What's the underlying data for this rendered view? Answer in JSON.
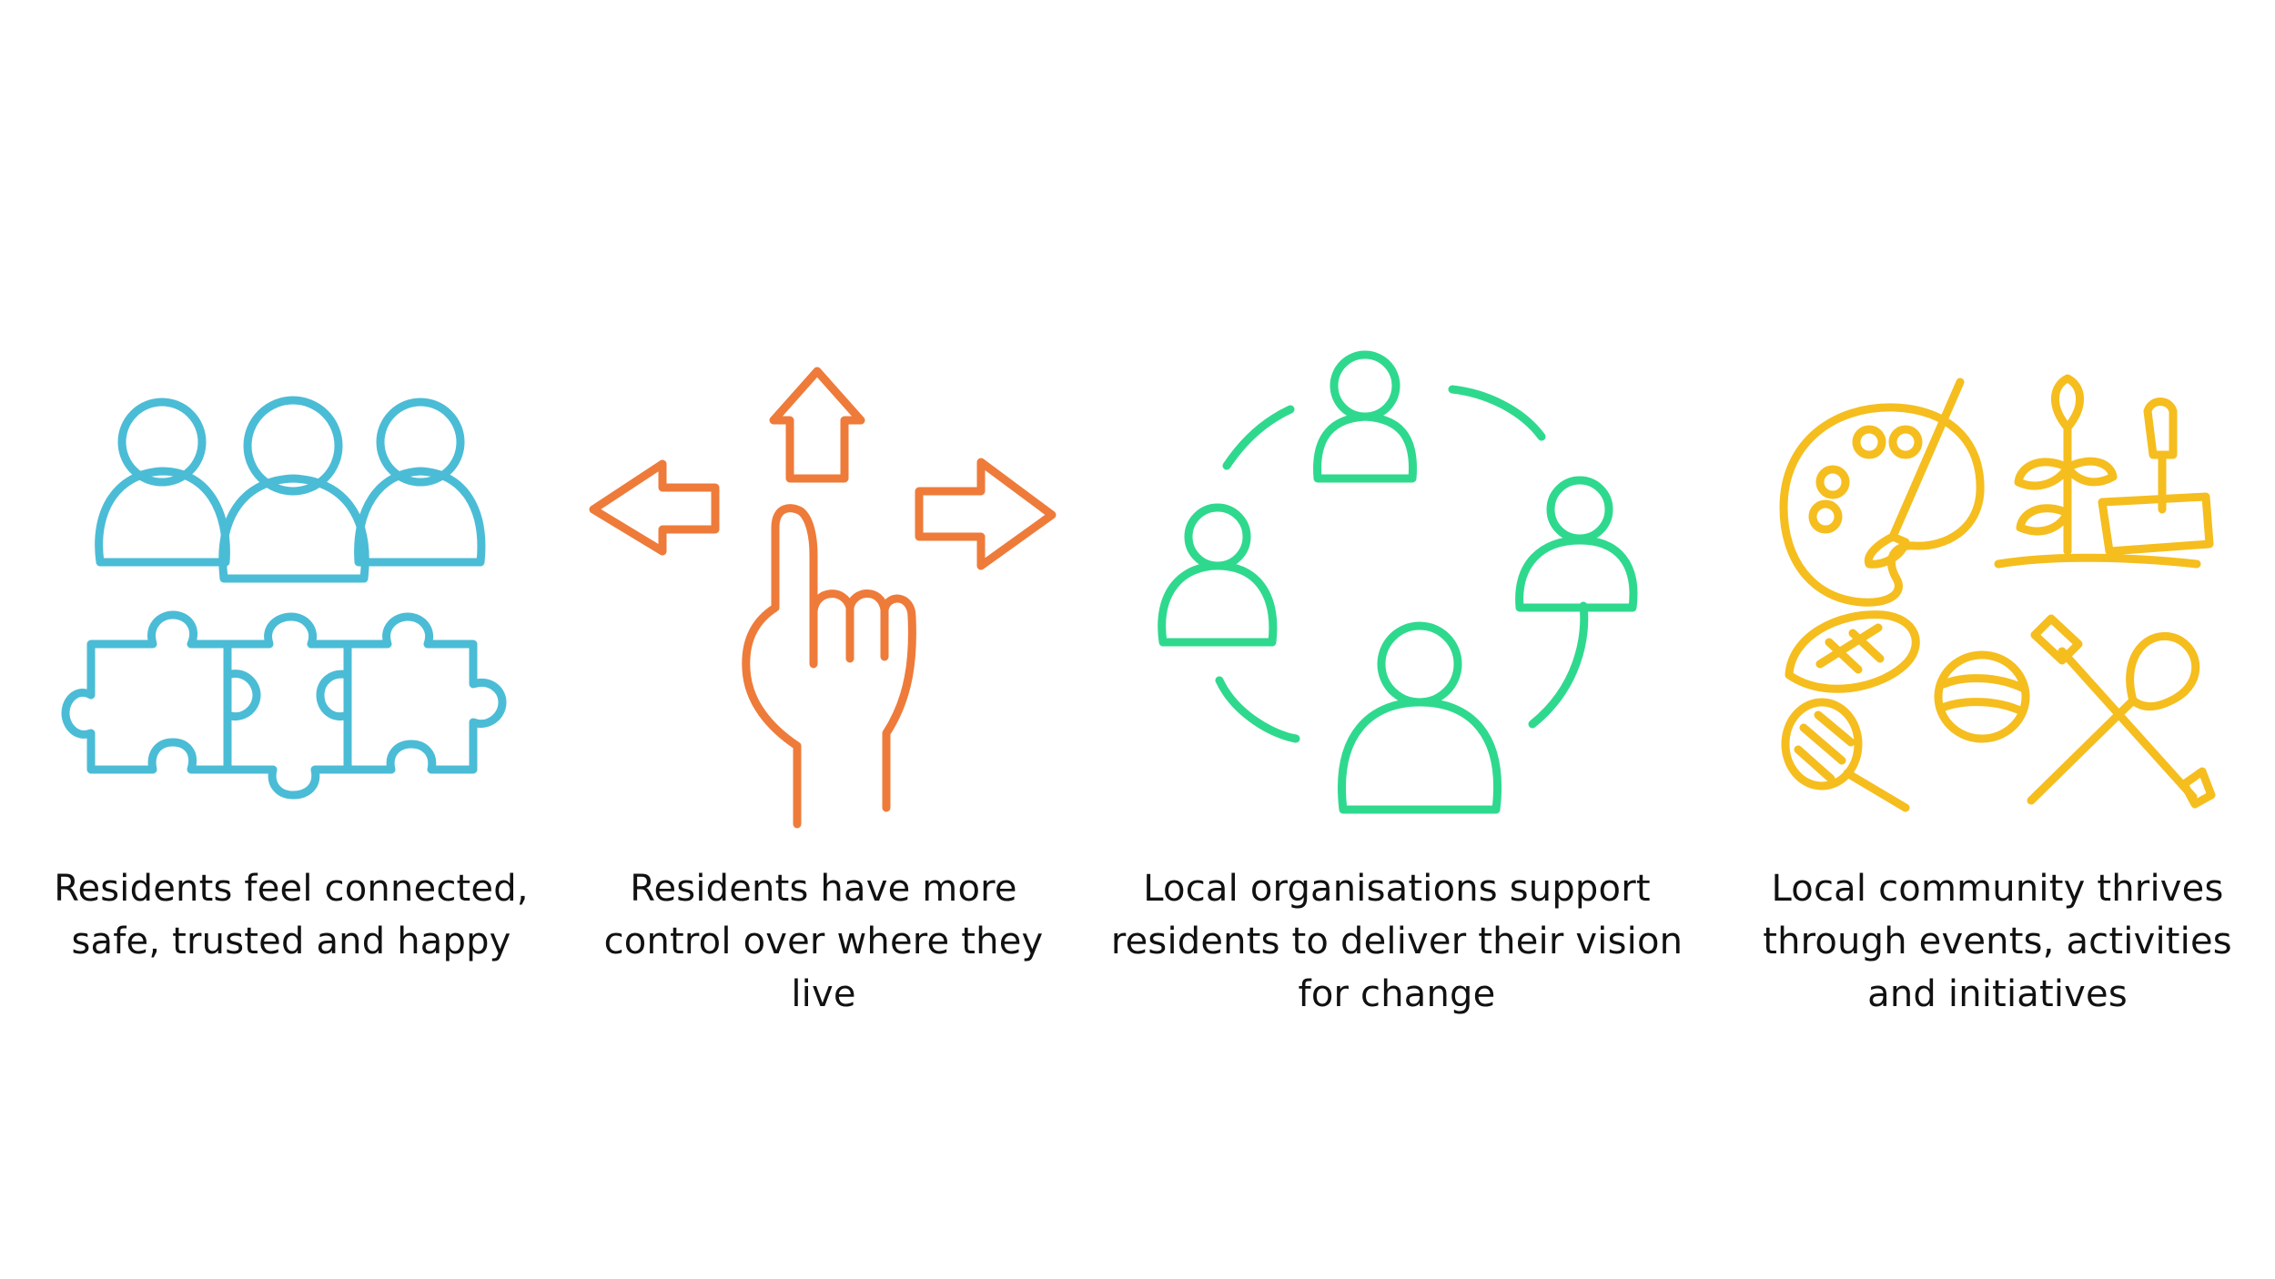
{
  "colors": {
    "blue": "#4BBCD6",
    "orange": "#EE7B3A",
    "green": "#2ED98E",
    "yellow": "#F5BE1E",
    "text": "#111111"
  },
  "items": [
    {
      "icon": "people-puzzle-icon",
      "color": "#4BBCD6",
      "caption": "Residents feel connected, safe, trusted and happy"
    },
    {
      "icon": "hand-arrows-icon",
      "color": "#EE7B3A",
      "caption": "Residents have more control over where they live"
    },
    {
      "icon": "people-circle-icon",
      "color": "#2ED98E",
      "caption": "Local organisations support residents to deliver their vision for change"
    },
    {
      "icon": "community-activities-icon",
      "color": "#F5BE1E",
      "caption": "Local community thrives through events, activities and initiatives"
    }
  ]
}
